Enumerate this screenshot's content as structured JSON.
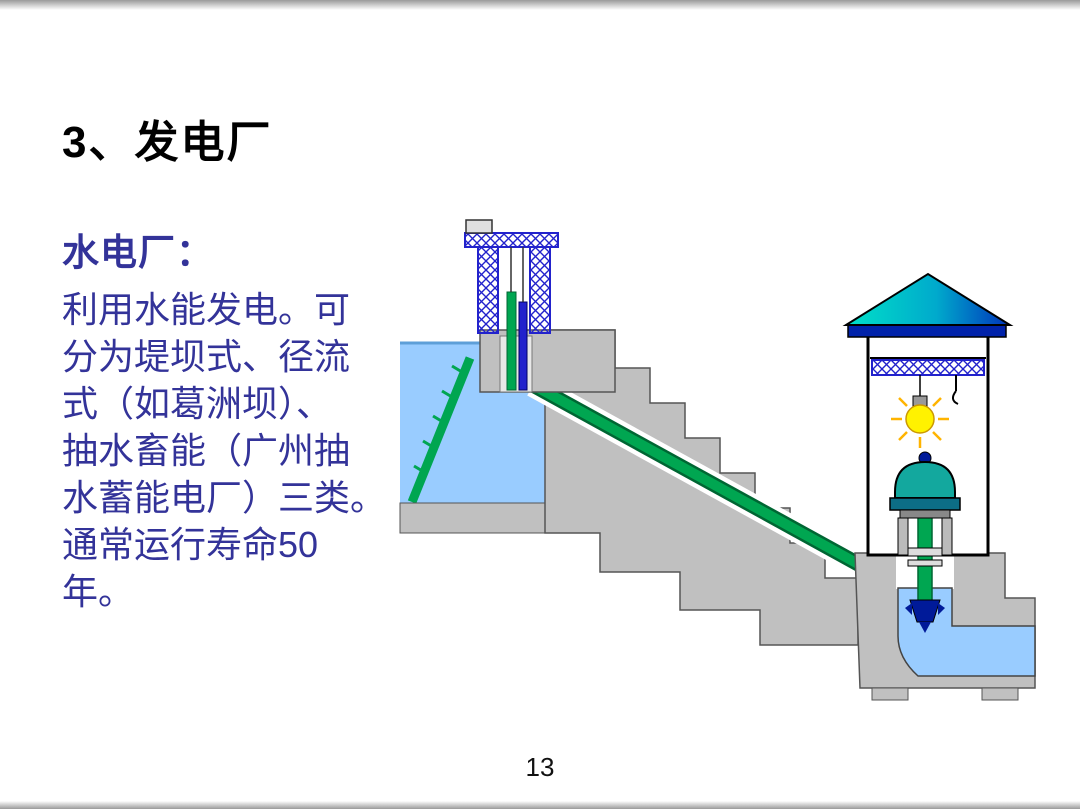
{
  "slide": {
    "title": "3、发电厂",
    "section_heading": "水电厂：",
    "body_lines": [
      "利用水能发电。可",
      "分为堤坝式、径流",
      "式（如葛洲坝）、",
      "抽水畜能（广州抽",
      "水蓄能电厂）三类。",
      "通常运行寿命50",
      "年。"
    ],
    "page_number": "13"
  },
  "colors": {
    "title_text": "#000000",
    "body_text": "#333399",
    "water": "#99CCFF",
    "concrete": "#C0C0C0",
    "penstock_green": "#00A651",
    "structure_blue": "#2222CC",
    "roof_cyan": "#00C8C8",
    "bulb_yellow": "#FFF200",
    "generator_teal": "#13A89E",
    "turbine_navy": "#001A99"
  },
  "diagram": {
    "description": "Cross-section of a hydroelectric power station: upstream reservoir behind a dam with a gate hoist tower, a green penstock running down a stepped concrete spillway into a powerhouse containing an overhead crane, a glowing light bulb, a turbine-generator unit and a draft tube discharging to the tailrace",
    "components": [
      "reservoir",
      "dam-upstream-slope",
      "gate-hoist-tower",
      "gate-stem",
      "dam-body",
      "stepped-spillway",
      "penstock",
      "powerhouse",
      "roof",
      "overhead-crane",
      "crane-hook",
      "light-bulb",
      "generator",
      "shaft",
      "turbine-runner",
      "draft-tube",
      "tailrace-outflow"
    ]
  }
}
